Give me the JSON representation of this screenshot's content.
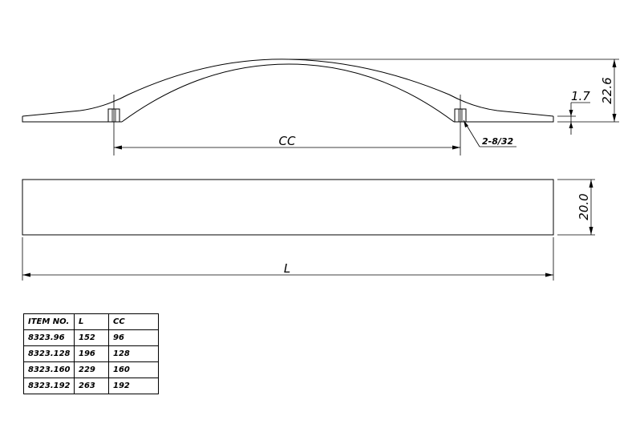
{
  "dimensions": {
    "height": "22.6",
    "base_thickness": "1.7",
    "width": "20.0",
    "center_to_center": "CC",
    "length": "L",
    "screw_callout": "2-8/32"
  },
  "table": {
    "headers": [
      "ITEM NO.",
      "L",
      "CC"
    ],
    "rows": [
      [
        "8323.96",
        "152",
        "96"
      ],
      [
        "8323.128",
        "196",
        "128"
      ],
      [
        "8323.160",
        "229",
        "160"
      ],
      [
        "8323.192",
        "263",
        "192"
      ]
    ]
  }
}
